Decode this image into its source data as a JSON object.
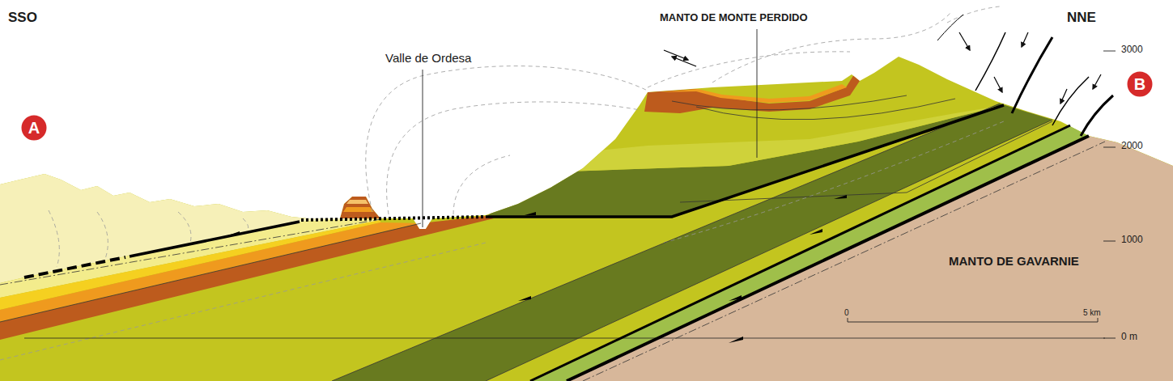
{
  "diagram": {
    "nodes": [
      {
        "text": [
          "A"
        ]
      },
      {
        "text": [
          "B"
        ]
      }
    ],
    "labels": [
      "SSO",
      "NNE",
      "MANTO DE MONTE PERDIDO",
      "Valle de Ordesa",
      "3000",
      "2000",
      "1000",
      "0 m",
      "MANTO DE GAVARNIE",
      "0",
      "5 km"
    ]
  }
}
